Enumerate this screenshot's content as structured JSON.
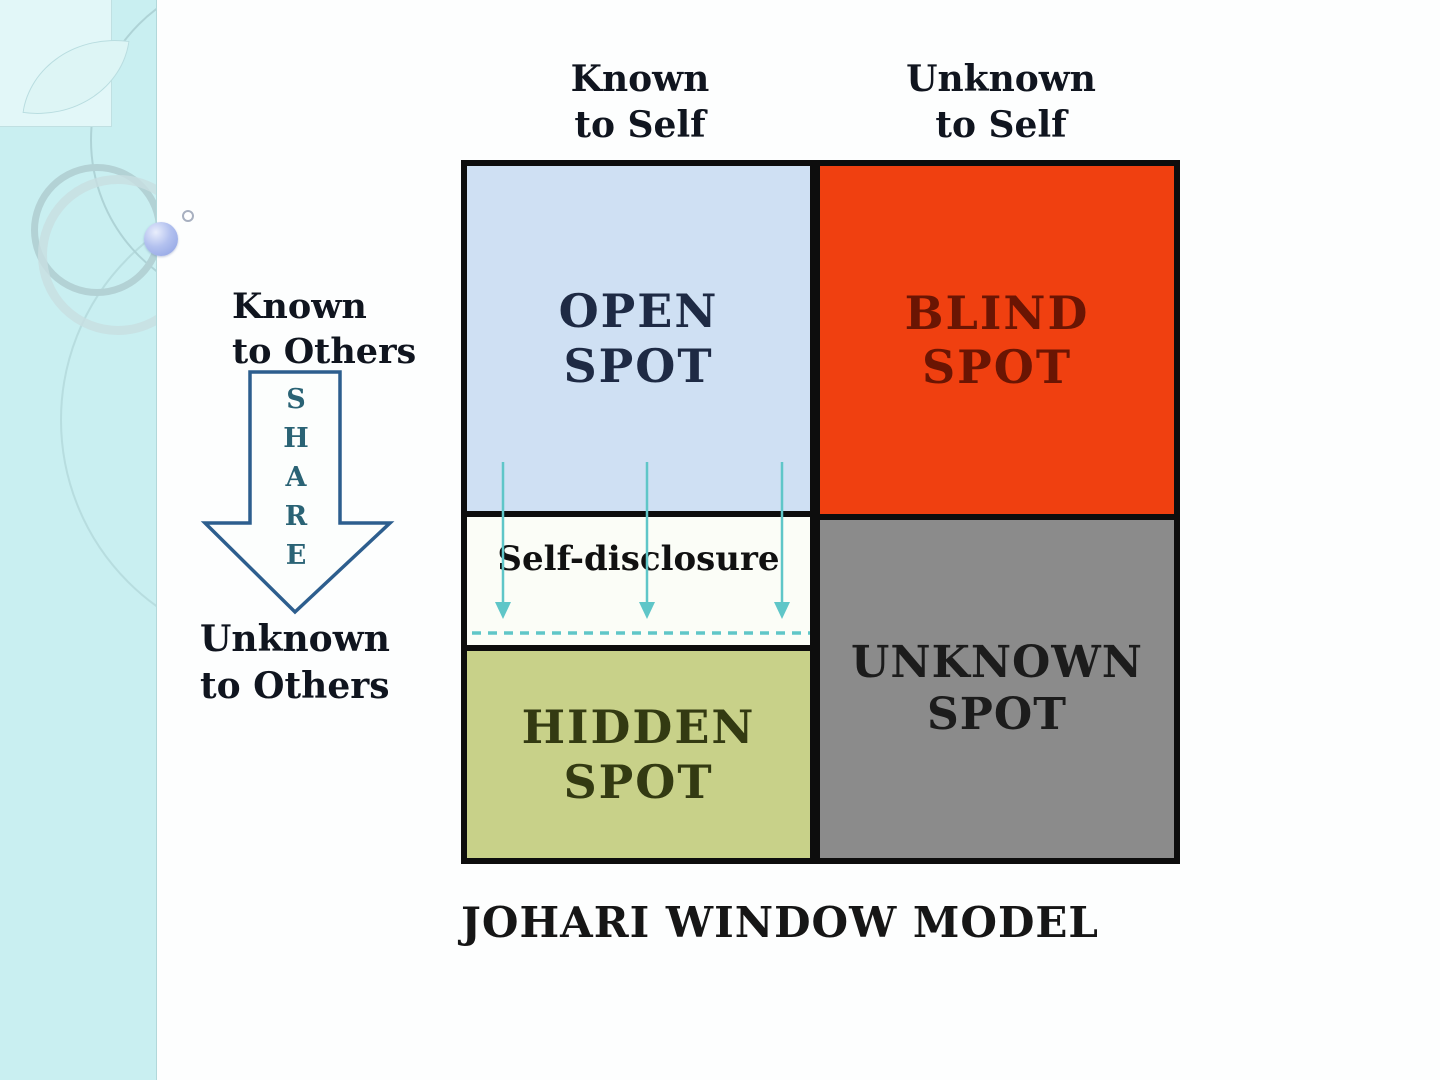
{
  "title": "JOHARI WINDOW MODEL",
  "axis_labels": {
    "top_left": {
      "line1": "Known",
      "line2": "to Self"
    },
    "top_right": {
      "line1": "Unknown",
      "line2": "to Self"
    },
    "side_top": {
      "line1": "Known",
      "line2": "to Others"
    },
    "side_bottom": {
      "line1": "Unknown",
      "line2": "to Others"
    }
  },
  "share_arrow": {
    "letters": [
      "S",
      "H",
      "A",
      "R",
      "E"
    ],
    "word": "SHARE"
  },
  "quadrants": {
    "open": {
      "line1": "OPEN",
      "line2": "SPOT"
    },
    "blind": {
      "line1": "BLIND",
      "line2": "SPOT"
    },
    "hidden": {
      "line1": "HIDDEN",
      "line2": "SPOT"
    },
    "unknown": {
      "line1": "UNKNOWN",
      "line2": "SPOT"
    }
  },
  "strip": {
    "label": "Self-disclosure"
  },
  "colors": {
    "stripe_teal": "#c9eff1",
    "open_bg": "#cfe0f3",
    "blind_bg": "#f04010",
    "hidden_bg": "#c8d189",
    "unknown_bg": "#8b8b8b",
    "grid_border": "#0d0d0d",
    "disclosure_arrow_teal": "#5fc6c8",
    "share_arrow_outline": "#2d5e8e",
    "share_letters": "#2a6375",
    "open_text": "#1e2a44",
    "blind_text": "#6a1503",
    "hidden_text": "#333a12",
    "unknown_text": "#1c1c1c"
  }
}
